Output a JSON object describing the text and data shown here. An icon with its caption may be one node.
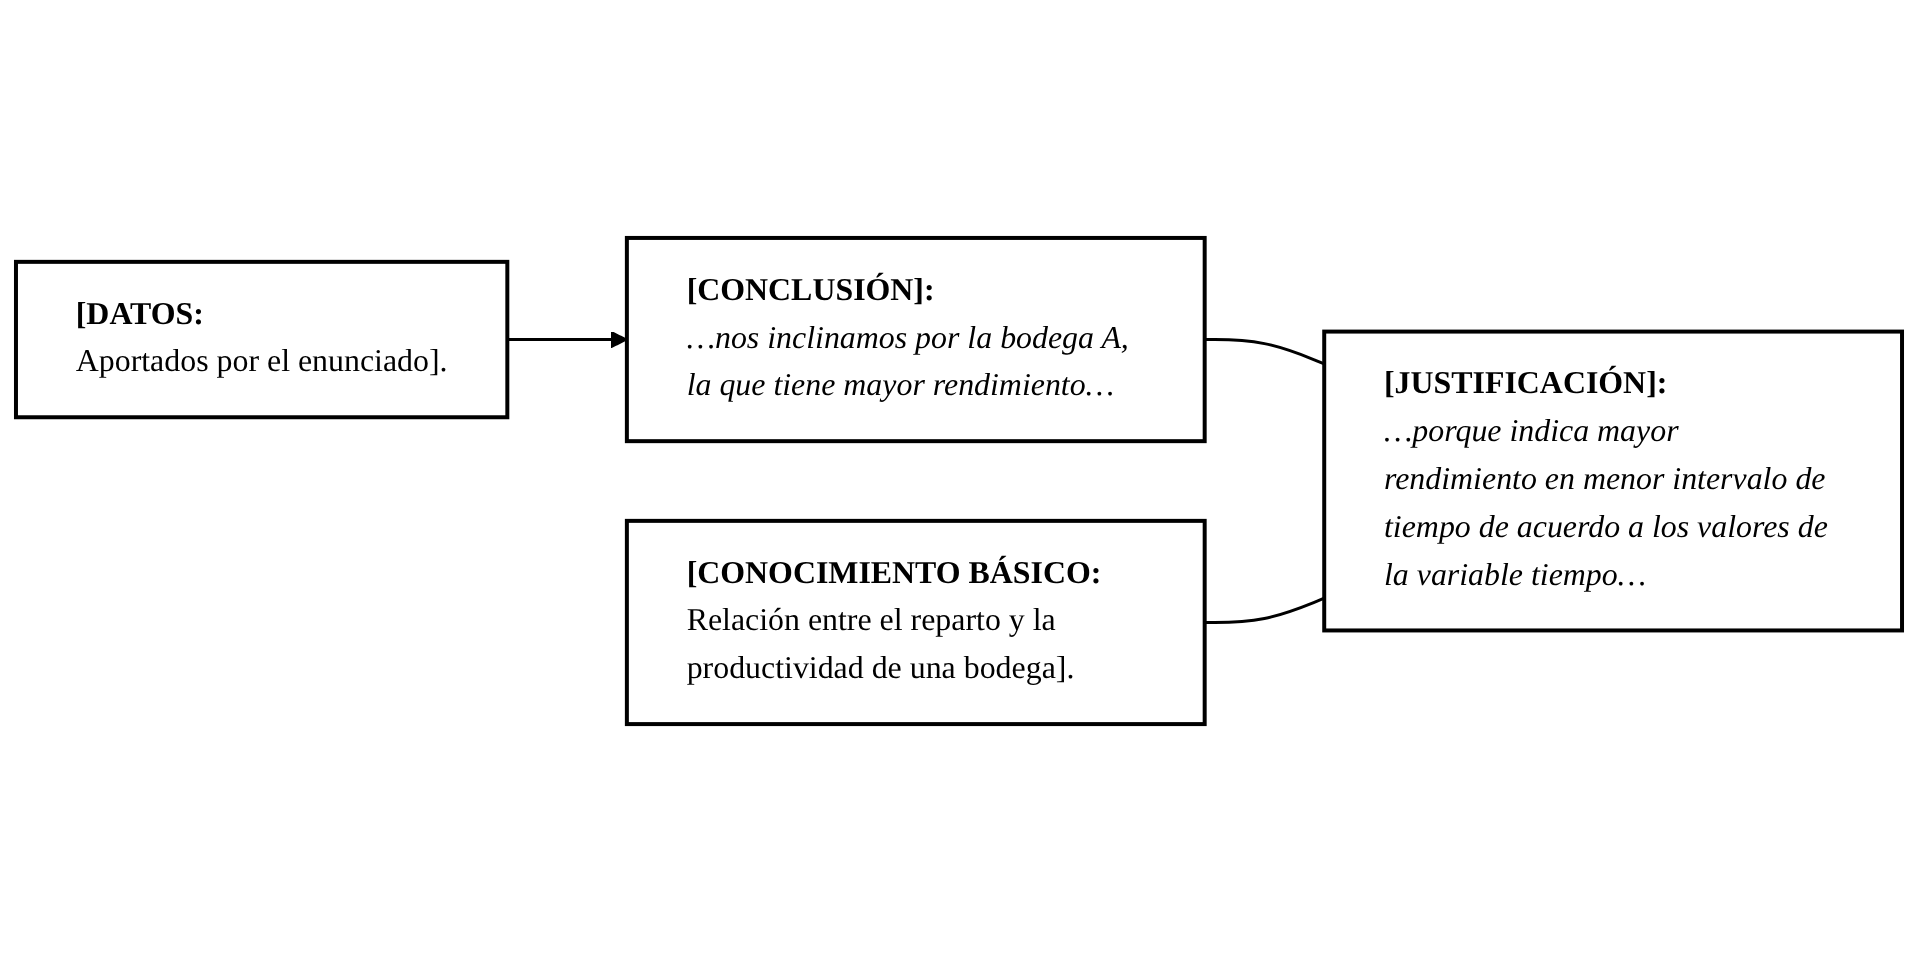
{
  "diagram": {
    "nodes": [
      {
        "text": [
          "[DATOS:",
          "Aportados por el enunciado]."
        ]
      },
      {
        "text": [
          "[CONCLUSIÓN]:",
          "…nos inclinamos por la bodega A, la que tiene mayor rendimiento…"
        ]
      },
      {
        "text": [
          "[CONOCIMIENTO BÁSICO:",
          "Relación entre el reparto y la productividad de una bodega]."
        ]
      },
      {
        "text": [
          "[JUSTIFICACIÓN]:",
          "…porque indica mayor rendimiento en menor intervalo de tiempo de acuerdo a los valores de la variable tiempo…"
        ]
      }
    ],
    "edges": [
      {
        "from": 0,
        "to": 1,
        "arrow": "to"
      },
      {
        "from": 1,
        "to": 3,
        "arrow": "none"
      },
      {
        "from": 2,
        "to": 3,
        "arrow": "none"
      }
    ]
  }
}
